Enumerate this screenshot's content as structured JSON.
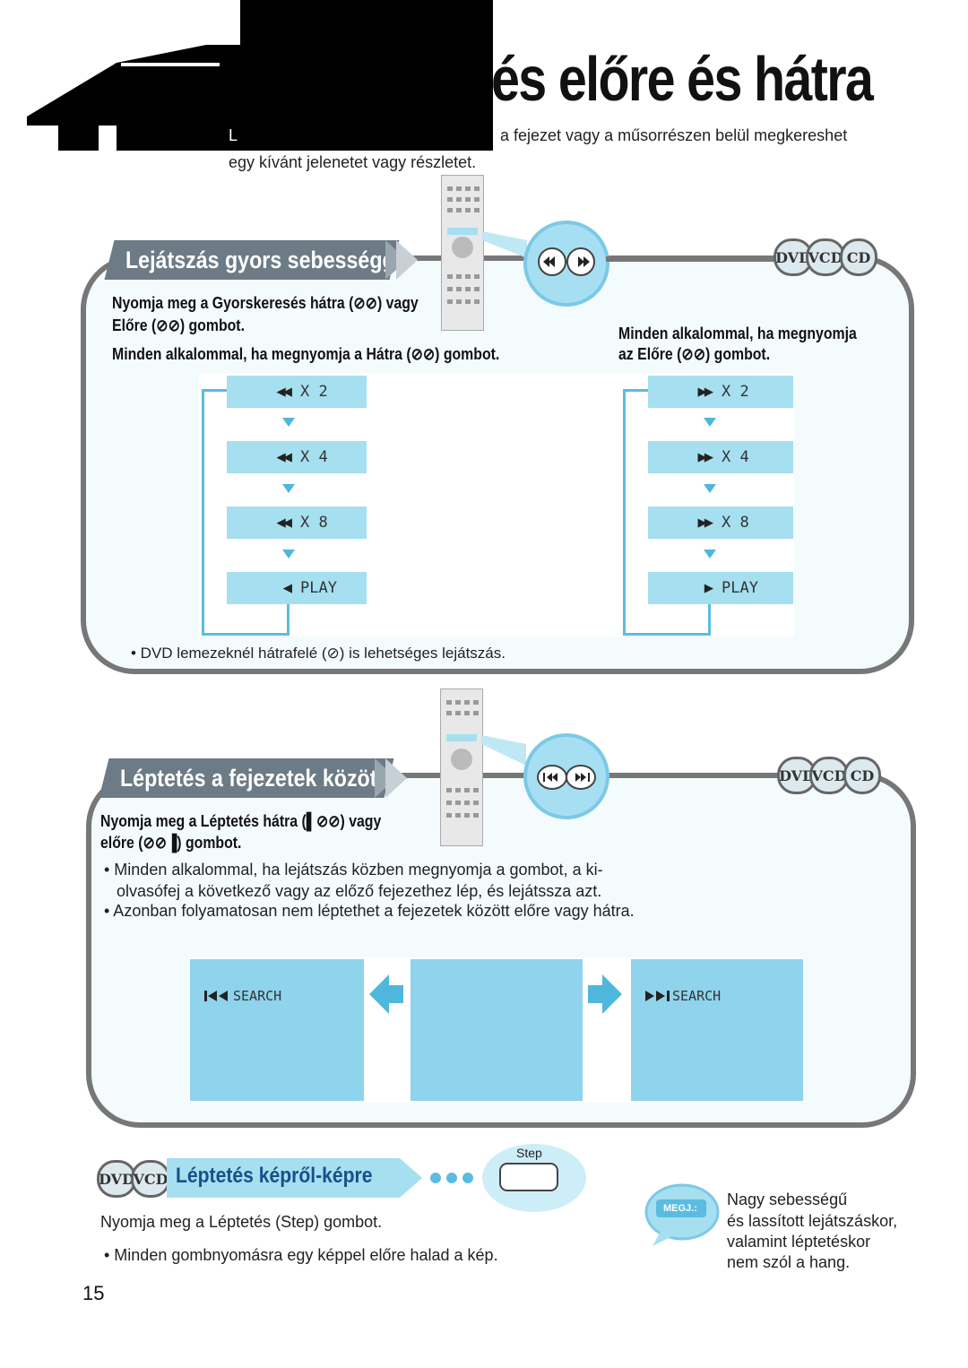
{
  "header": {
    "title": "és előre és hátra",
    "intro_line1_start": "L",
    "intro_line1_end": "a fejezet vagy a műsorrészen belül megkereshet",
    "intro_line2": "egy kívánt jelenetet vagy részletet."
  },
  "section1": {
    "heading": "Lejátszás gyors sebességgel",
    "badges": [
      "DVD",
      "VCD",
      "CD"
    ],
    "instr_line1": "Nyomja meg a Gyorskeresés hátra (⊘⊘) vagy",
    "instr_line2": "Előre (⊘⊘) gombot.",
    "left_caption": "Minden alkalommal, ha megnyomja a Hátra (⊘⊘) gombot.",
    "right_caption_line1": "Minden alkalommal, ha megnyomja",
    "right_caption_line2": "az Előre (⊘⊘) gombot.",
    "left_flow": [
      {
        "symbol": "◀◀",
        "text": "X 2"
      },
      {
        "symbol": "◀◀",
        "text": "X 4"
      },
      {
        "symbol": "◀◀",
        "text": "X 8"
      },
      {
        "symbol": "◀",
        "text": "PLAY"
      }
    ],
    "right_flow": [
      {
        "symbol": "▶▶",
        "text": "X 2"
      },
      {
        "symbol": "▶▶",
        "text": "X 4"
      },
      {
        "symbol": "▶▶",
        "text": "X 8"
      },
      {
        "symbol": "▶",
        "text": "PLAY"
      }
    ],
    "note": "• DVD lemezeknél hátrafelé (⊘) is lehetséges lejátszás."
  },
  "section2": {
    "heading": "Léptetés a fejezetek között",
    "badges": [
      "DVD",
      "VCD",
      "CD"
    ],
    "instr_line1": "Nyomja meg a Léptetés hátra (▌⊘⊘) vagy",
    "instr_line2": "előre (⊘⊘▐) gombot.",
    "bullet1_line1": "• Minden alkalommal, ha lejátszás közben megnyomja a gombot, a ki-",
    "bullet1_line2": "olvasófej a következő vagy az előző fejezethez lép, és lejátssza azt.",
    "bullet2": "• Azonban folyamatosan nem léptethet a fejezetek között előre vagy hátra.",
    "screen_left": "SEARCH",
    "screen_right": "SEARCH",
    "screen_left_icon": "skip-back-icon",
    "screen_right_icon": "skip-forward-icon"
  },
  "section3": {
    "badges": [
      "DVD",
      "VCD"
    ],
    "heading": "Léptetés képről-képre",
    "step_label": "Step",
    "instruction": "Nyomja meg a Léptetés (Step) gombot.",
    "bullet": "• Minden gombnyomásra egy képpel előre halad a kép.",
    "note_label": "MEGJ.:",
    "note_line1": "Nagy sebességű",
    "note_line2": "és lassított lejátszáskor,",
    "note_line3": "valamint léptetéskor",
    "note_line4": "nem szól a hang."
  },
  "page_number": "15",
  "colors": {
    "accent": "#a5dff0",
    "tab": "#6c7b85",
    "panel_border": "#777777"
  }
}
